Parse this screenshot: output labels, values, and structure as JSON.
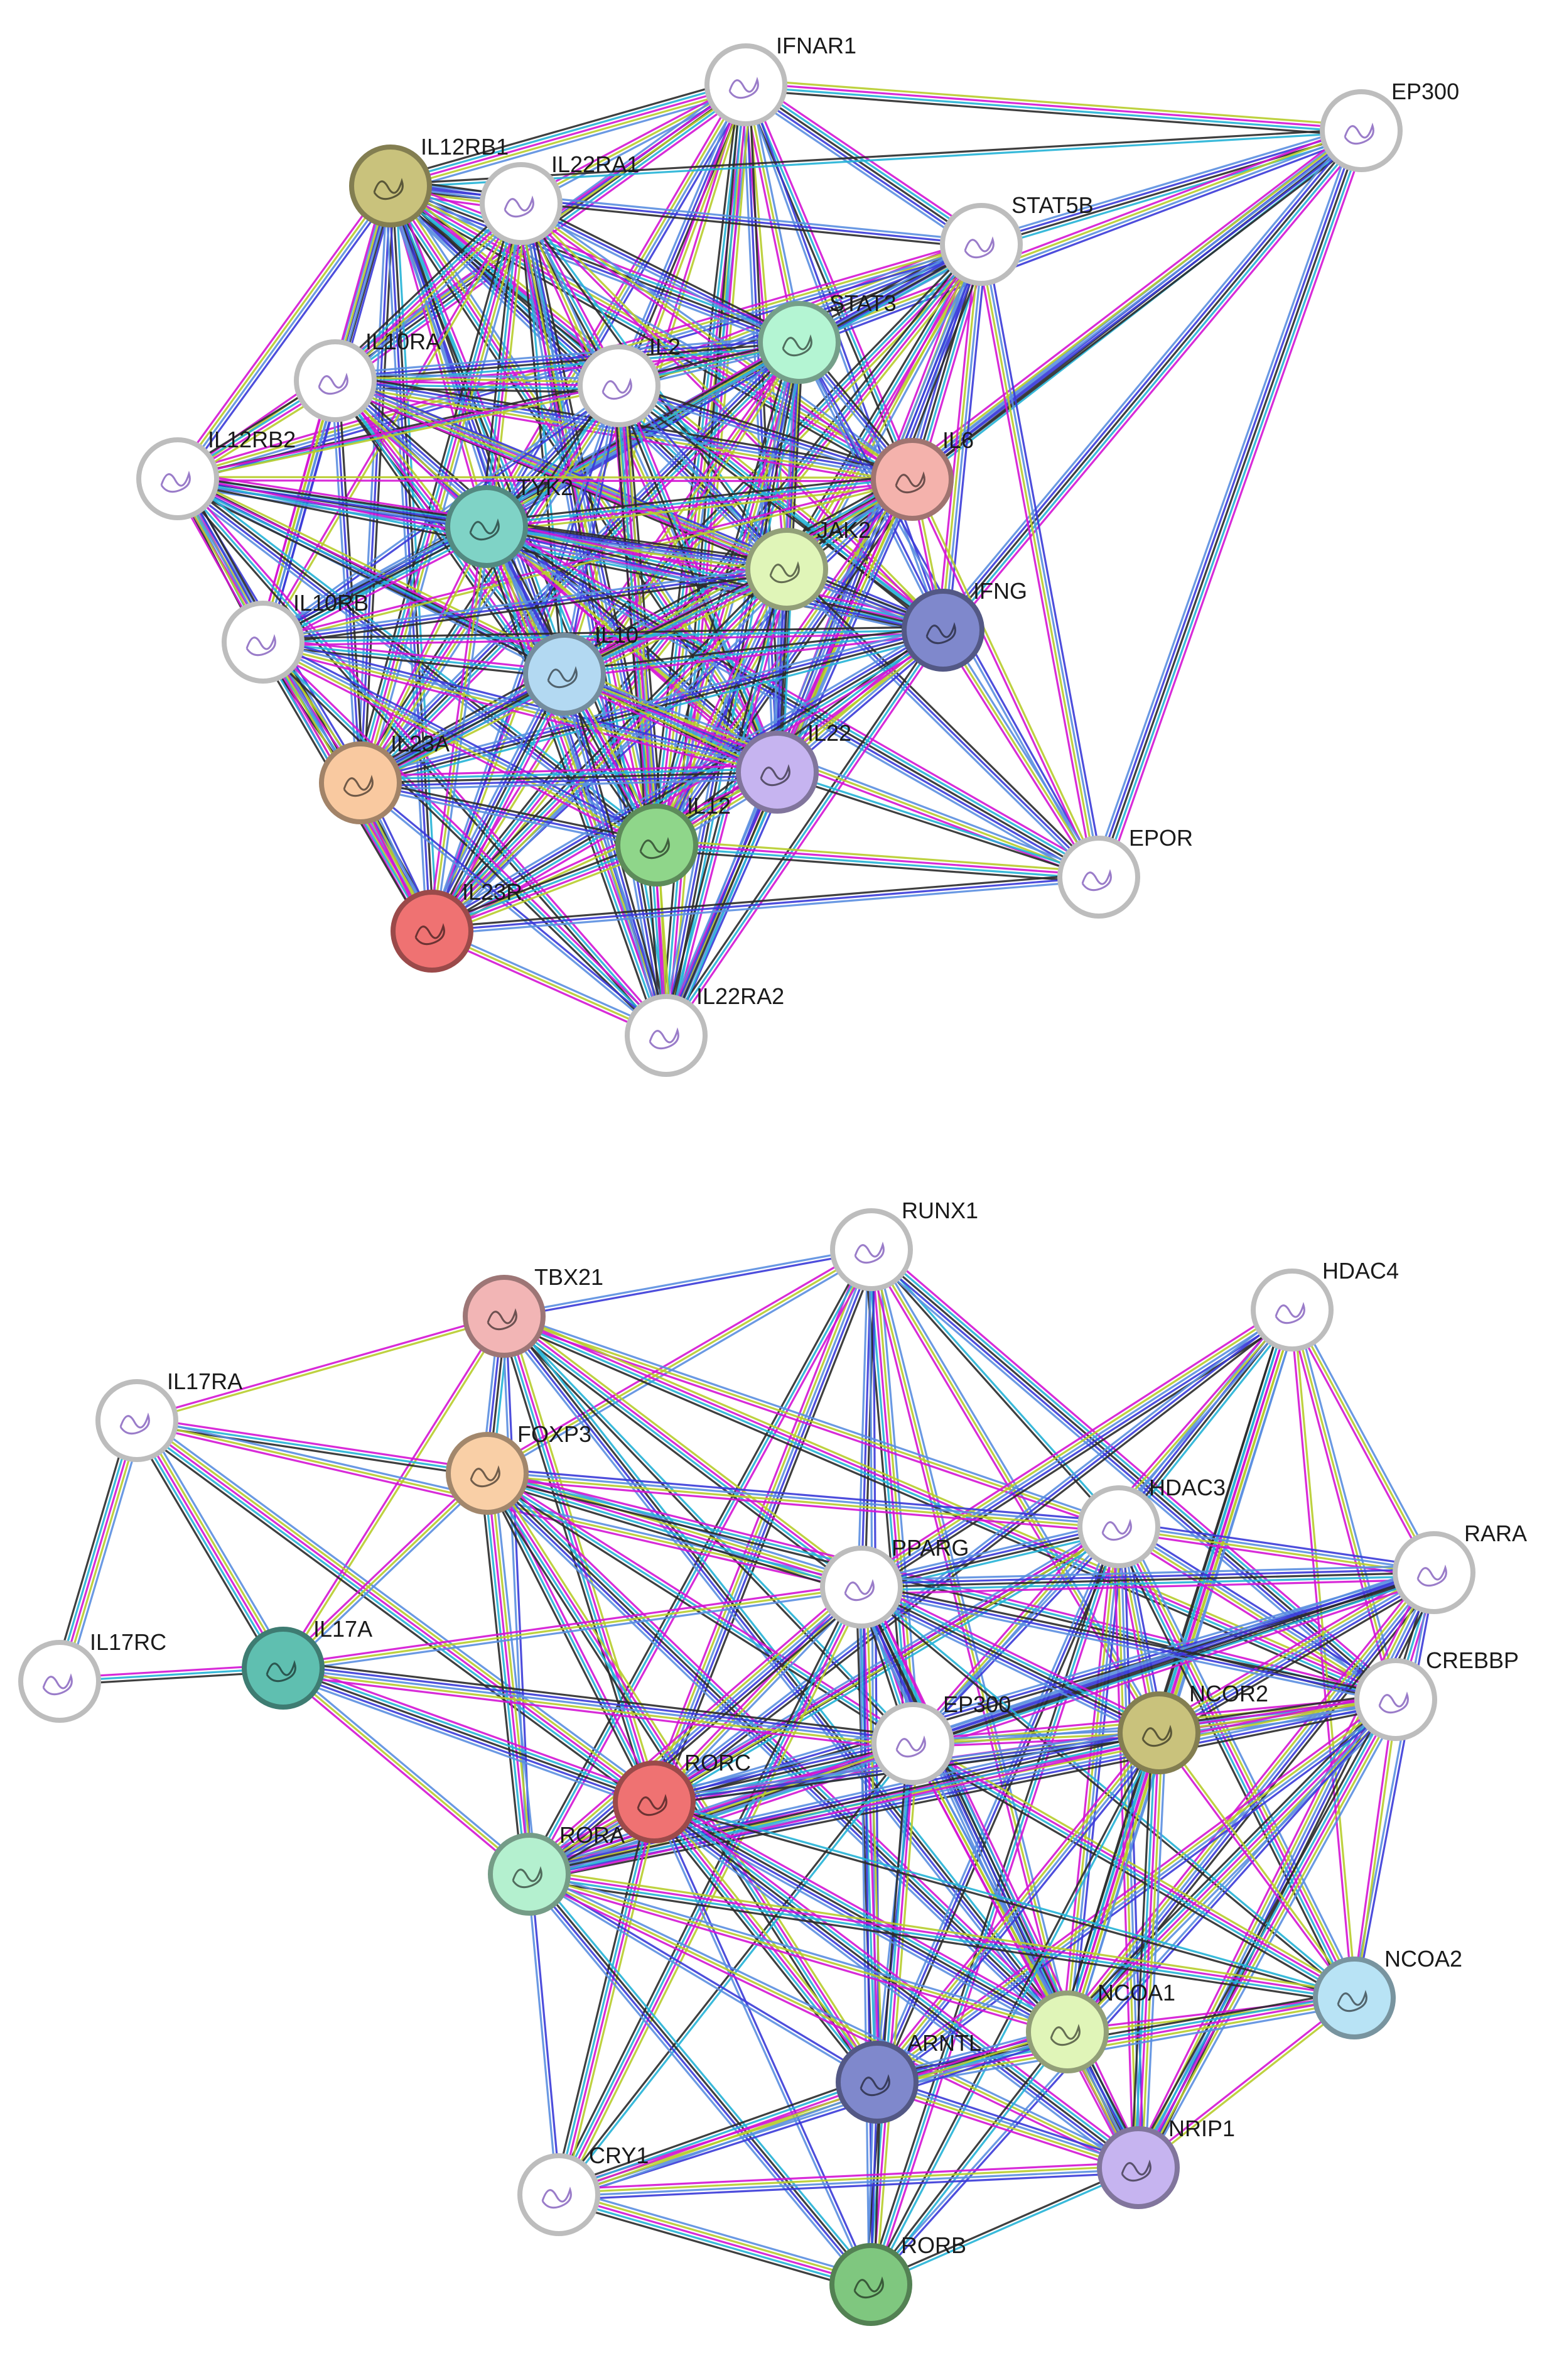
{
  "networks": [
    {
      "id": "network-1",
      "nodes": [
        {
          "id": "IFNAR1",
          "label": "IFNAR1",
          "color": "#ffffff",
          "label_pos": "top-right"
        },
        {
          "id": "EP300",
          "label": "EP300",
          "color": "#ffffff",
          "label_pos": "top-right"
        },
        {
          "id": "IL12RB1",
          "label": "IL12RB1",
          "color": "#c9c27c",
          "label_pos": "top-right"
        },
        {
          "id": "IL22RA1",
          "label": "IL22RA1",
          "color": "#ffffff",
          "label_pos": "top-right"
        },
        {
          "id": "STAT5B",
          "label": "STAT5B",
          "color": "#ffffff",
          "label_pos": "top-right"
        },
        {
          "id": "STAT3",
          "label": "STAT3",
          "color": "#b4f5d3",
          "label_pos": "top-right"
        },
        {
          "id": "IL10RA",
          "label": "IL10RA",
          "color": "#ffffff",
          "label_pos": "top-right"
        },
        {
          "id": "IL2",
          "label": "IL2",
          "color": "#ffffff",
          "label_pos": "top-right"
        },
        {
          "id": "IL12RB2",
          "label": "IL12RB2",
          "color": "#ffffff",
          "label_pos": "top-right"
        },
        {
          "id": "IL6",
          "label": "IL6",
          "color": "#f4b2ac",
          "label_pos": "top-right"
        },
        {
          "id": "TYK2",
          "label": "TYK2",
          "color": "#7fd3c6",
          "label_pos": "top-right"
        },
        {
          "id": "JAK2",
          "label": "JAK2",
          "color": "#e0f5b8",
          "label_pos": "top-right"
        },
        {
          "id": "IFNG",
          "label": "IFNG",
          "color": "#7f88cc",
          "label_pos": "top-right"
        },
        {
          "id": "IL10RB",
          "label": "IL10RB",
          "color": "#ffffff",
          "label_pos": "top-right"
        },
        {
          "id": "IL10",
          "label": "IL10",
          "color": "#b3d9f2",
          "label_pos": "top-right"
        },
        {
          "id": "IL23A",
          "label": "IL23A",
          "color": "#f9c9a0",
          "label_pos": "top-right"
        },
        {
          "id": "IL22",
          "label": "IL22",
          "color": "#c6b4f0",
          "label_pos": "top-right"
        },
        {
          "id": "IL12A",
          "label": "IL12",
          "color": "#8fd68a",
          "label_pos": "top-right"
        },
        {
          "id": "EPOR",
          "label": "EPOR",
          "color": "#ffffff",
          "label_pos": "top-right"
        },
        {
          "id": "IL23R",
          "label": "IL23R",
          "color": "#ef7272",
          "label_pos": "top-right"
        },
        {
          "id": "IL22RA2",
          "label": "IL22RA2",
          "color": "#ffffff",
          "label_pos": "top-right"
        }
      ]
    },
    {
      "id": "network-2",
      "nodes": [
        {
          "id": "RUNX1",
          "label": "RUNX1",
          "color": "#ffffff",
          "label_pos": "top-right"
        },
        {
          "id": "TBX21",
          "label": "TBX21",
          "color": "#f2b5b5",
          "label_pos": "top-right"
        },
        {
          "id": "HDAC4",
          "label": "HDAC4",
          "color": "#ffffff",
          "label_pos": "top-right"
        },
        {
          "id": "IL17RA",
          "label": "IL17RA",
          "color": "#ffffff",
          "label_pos": "top-right"
        },
        {
          "id": "FOXP3",
          "label": "FOXP3",
          "color": "#f9cfa6",
          "label_pos": "top-right"
        },
        {
          "id": "HDAC3",
          "label": "HDAC3",
          "color": "#ffffff",
          "label_pos": "top-right"
        },
        {
          "id": "RARA",
          "label": "RARA",
          "color": "#ffffff",
          "label_pos": "top-right"
        },
        {
          "id": "PPARG",
          "label": "PPARG",
          "color": "#ffffff",
          "label_pos": "top-right"
        },
        {
          "id": "IL17RC",
          "label": "IL17RC",
          "color": "#ffffff",
          "label_pos": "top-right"
        },
        {
          "id": "IL17A",
          "label": "IL17A",
          "color": "#5fbfb0",
          "label_pos": "top-right"
        },
        {
          "id": "CREBBP",
          "label": "CREBBP",
          "color": "#ffffff",
          "label_pos": "top-right"
        },
        {
          "id": "EP300",
          "label": "EP300",
          "color": "#ffffff",
          "label_pos": "top-right"
        },
        {
          "id": "NCOR2",
          "label": "NCOR2",
          "color": "#c9c27c",
          "label_pos": "top-right"
        },
        {
          "id": "RORC",
          "label": "RORC",
          "color": "#ef7272",
          "label_pos": "top-right"
        },
        {
          "id": "RORA",
          "label": "RORA",
          "color": "#b4f0cf",
          "label_pos": "top-right"
        },
        {
          "id": "NCOA2",
          "label": "NCOA2",
          "color": "#b8e3f5",
          "label_pos": "top-right"
        },
        {
          "id": "NCOA1",
          "label": "NCOA1",
          "color": "#e0f5b8",
          "label_pos": "top-right"
        },
        {
          "id": "ARNTL",
          "label": "ARNTL",
          "color": "#7f88cc",
          "label_pos": "top-right"
        },
        {
          "id": "NRIP1",
          "label": "NRIP1",
          "color": "#c6b4f0",
          "label_pos": "top-right"
        },
        {
          "id": "CRY1",
          "label": "CRY1",
          "color": "#ffffff",
          "label_pos": "top-right"
        },
        {
          "id": "RORB",
          "label": "RORB",
          "color": "#7fc77f",
          "label_pos": "top-right"
        }
      ]
    }
  ],
  "edge_colors": [
    "#b7cc2b",
    "#d414d4",
    "#23b3d6",
    "#2a2a2a",
    "#3a3ad8",
    "#5a8ee0"
  ]
}
